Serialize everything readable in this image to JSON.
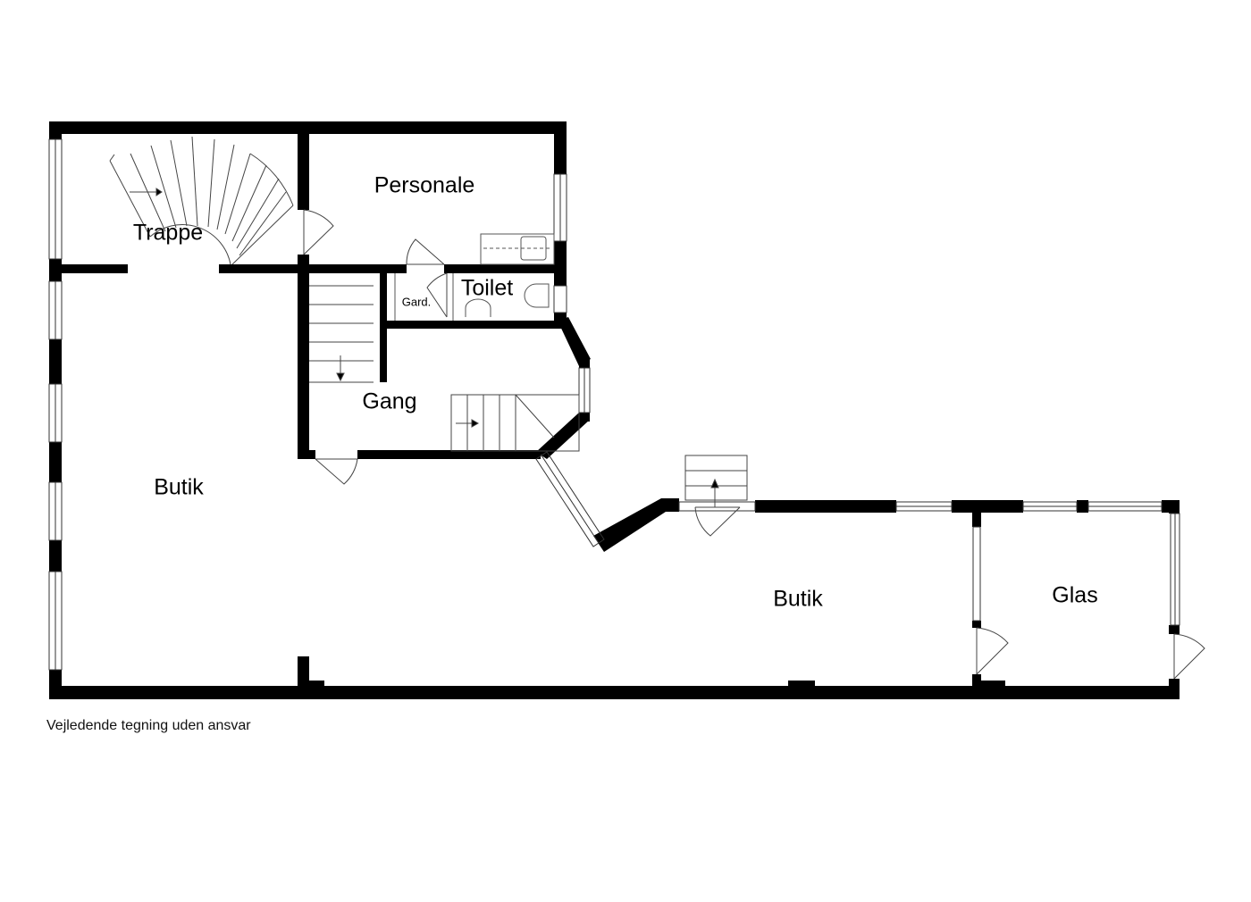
{
  "rooms": {
    "trappe": "Trappe",
    "personale": "Personale",
    "toilet": "Toilet",
    "gard": "Gard.",
    "gang": "Gang",
    "butik_left": "Butik",
    "butik_right": "Butik",
    "glas": "Glas"
  },
  "caption": "Vejledende tegning uden ansvar",
  "colors": {
    "wall": "#000000",
    "line": "#555555",
    "background": "#ffffff"
  }
}
